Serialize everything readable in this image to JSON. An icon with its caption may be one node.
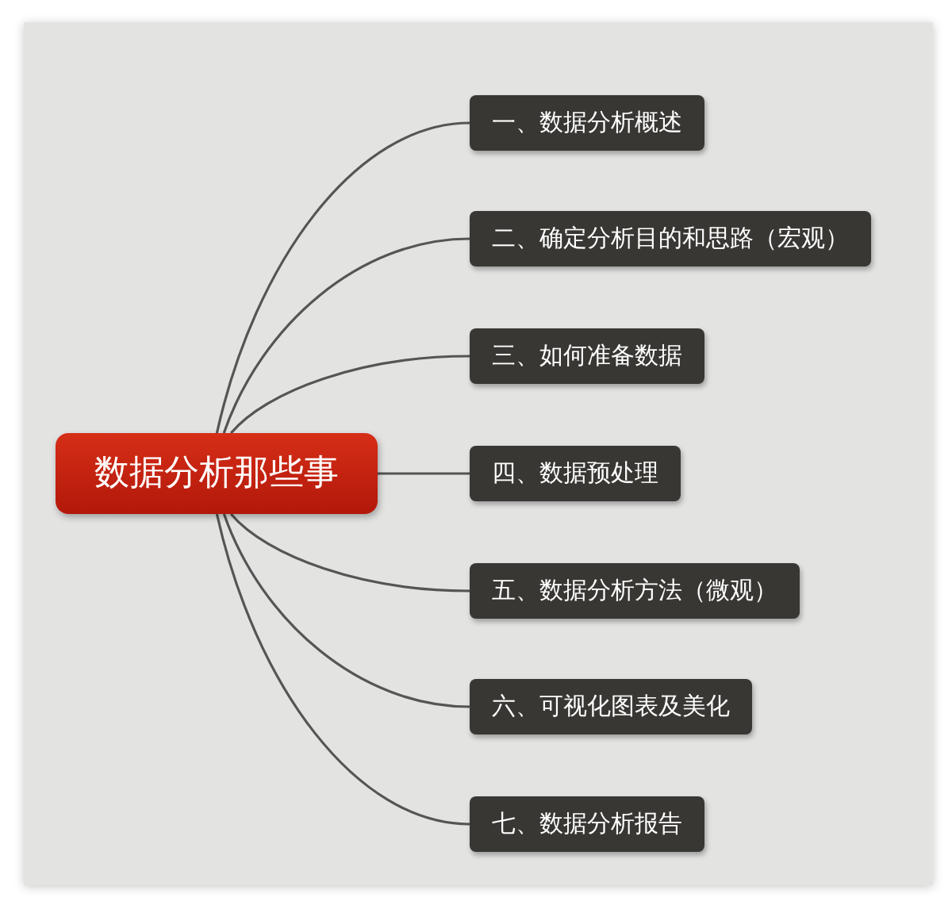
{
  "diagram": {
    "nodes": [
      {
        "text": [
          "数据分析那些事"
        ]
      },
      {
        "text": [
          "一、数据分析概述"
        ]
      },
      {
        "text": [
          "二、确定分析目的和思路（宏观）"
        ]
      },
      {
        "text": [
          "三、如何准备数据"
        ]
      },
      {
        "text": [
          "四、数据预处理"
        ]
      },
      {
        "text": [
          "五、数据分析方法（微观）"
        ]
      },
      {
        "text": [
          "六、可视化图表及美化"
        ]
      },
      {
        "text": [
          "七、数据分析报告"
        ]
      }
    ],
    "edges": [
      {
        "from": 0,
        "to": 1,
        "arrow": "none"
      },
      {
        "from": 0,
        "to": 2,
        "arrow": "none"
      },
      {
        "from": 0,
        "to": 3,
        "arrow": "none"
      },
      {
        "from": 0,
        "to": 4,
        "arrow": "none"
      },
      {
        "from": 0,
        "to": 5,
        "arrow": "none"
      },
      {
        "from": 0,
        "to": 6,
        "arrow": "none"
      },
      {
        "from": 0,
        "to": 7,
        "arrow": "none"
      }
    ]
  }
}
